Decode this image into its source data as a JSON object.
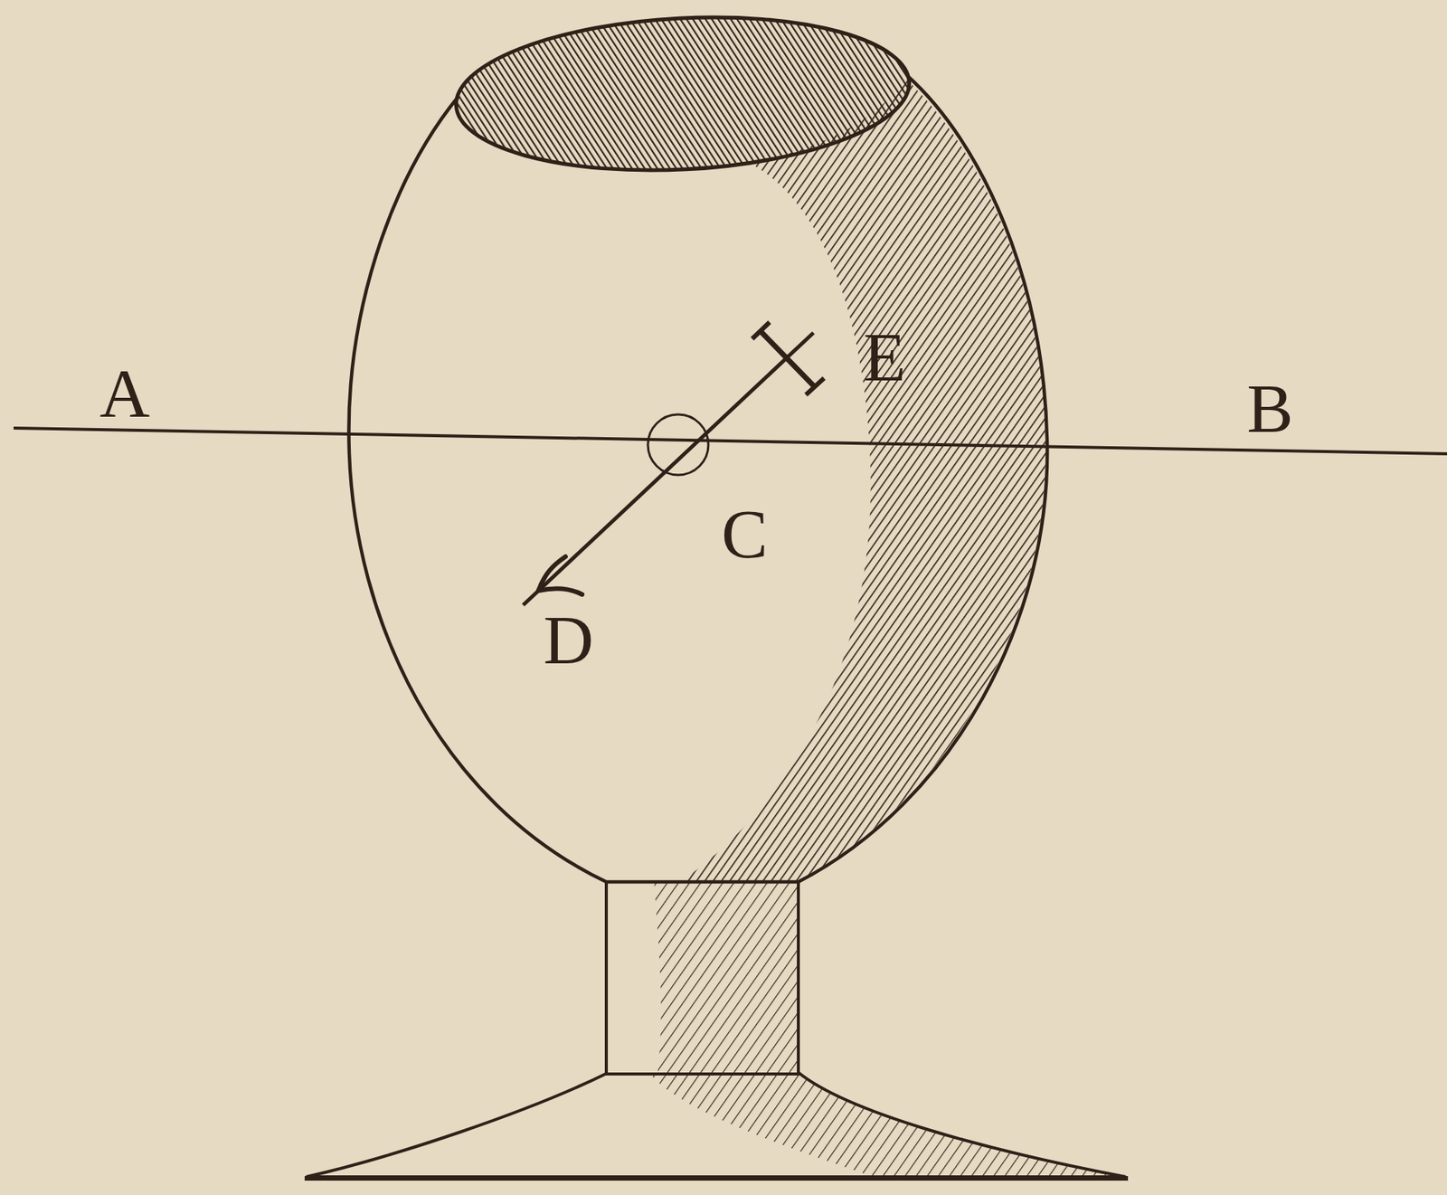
{
  "diagram": {
    "labels": [
      "A",
      "B",
      "E",
      "C",
      "D"
    ]
  }
}
